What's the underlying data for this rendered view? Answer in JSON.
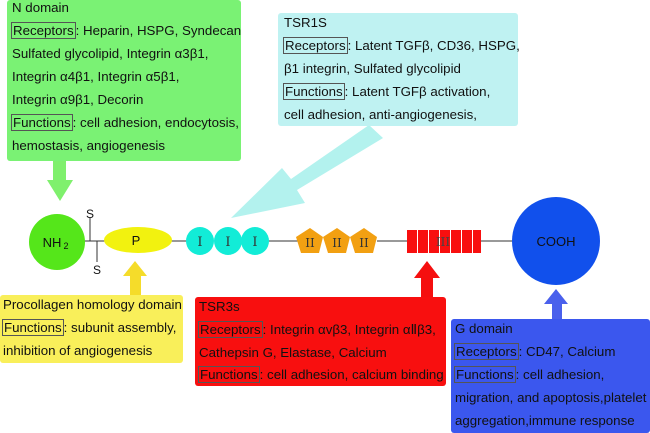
{
  "colors": {
    "n_domain": "#7af274",
    "tsr1": "#bff2f2",
    "procollagen": "#f9ef5a",
    "tsr3": "#f80f0f",
    "g_domain": "#3b57ee",
    "nh2_circle": "#55e61a",
    "p_ellipse": "#f2f20f",
    "type1_circles": "#12ecd7",
    "type2_pentagons": "#f2a012",
    "type3_rects": "#f80f0f",
    "cooh_circle": "#1150ec",
    "arrow_green": "#7ff06d",
    "arrow_cyan": "#b3f2ee",
    "arrow_yellow": "#f5dc2a",
    "arrow_red": "#f50f0f",
    "arrow_blue": "#4a60ec"
  },
  "n_domain": {
    "title": "N domain",
    "receptors_label": "Receptors",
    "receptors_lines": [
      ": Heparin, HSPG, Syndecan",
      "Sulfated glycolipid, Integrin α3β1,",
      "Integrin α4β1, Integrin α5β1,",
      "Integrin α9β1, Decorin"
    ],
    "functions_label": "Functions",
    "functions_lines": [
      ": cell adhesion, endocytosis,",
      "hemostasis, angiogenesis"
    ]
  },
  "tsr1s": {
    "title": "TSR1S",
    "receptors_label": "Receptors",
    "receptors_lines": [
      ": Latent TGFβ, CD36, HSPG,",
      "β1 integrin, Sulfated glycolipid"
    ],
    "functions_label": "Functions",
    "functions_lines": [
      ": Latent TGFβ activation,",
      "cell adhesion, anti-angiogenesis,"
    ]
  },
  "procollagen": {
    "title": "Procollagen homology domain",
    "functions_label": "Functions",
    "functions_lines": [
      ": subunit assembly,",
      "inhibition of angiogenesis"
    ]
  },
  "tsr3s": {
    "title": "TSR3s",
    "receptors_label": "Receptors",
    "receptors_lines": [
      ": Integrin αvβ3, Integrin αⅡβ3,",
      "Cathepsin G, Elastase, Calcium"
    ],
    "functions_label": "Functions",
    "functions_lines": [
      ": cell adhesion, calcium binding"
    ]
  },
  "g_domain": {
    "title": "G domain",
    "receptors_label": "Receptors",
    "receptors_lines": [
      ": CD47, Calcium"
    ],
    "functions_label": "Functions",
    "functions_lines": [
      ": cell adhesion,",
      "migration, and apoptosis,platelet",
      "aggregation,immune response"
    ]
  },
  "molecule": {
    "nh2": "NH",
    "nh2_sub": "2",
    "disulfide_top": "S",
    "disulfide_bottom": "S",
    "p": "P",
    "type1": [
      "I",
      "I",
      "I"
    ],
    "type2": [
      "II",
      "II",
      "II"
    ],
    "type3": "III",
    "cooh": "COOH"
  }
}
